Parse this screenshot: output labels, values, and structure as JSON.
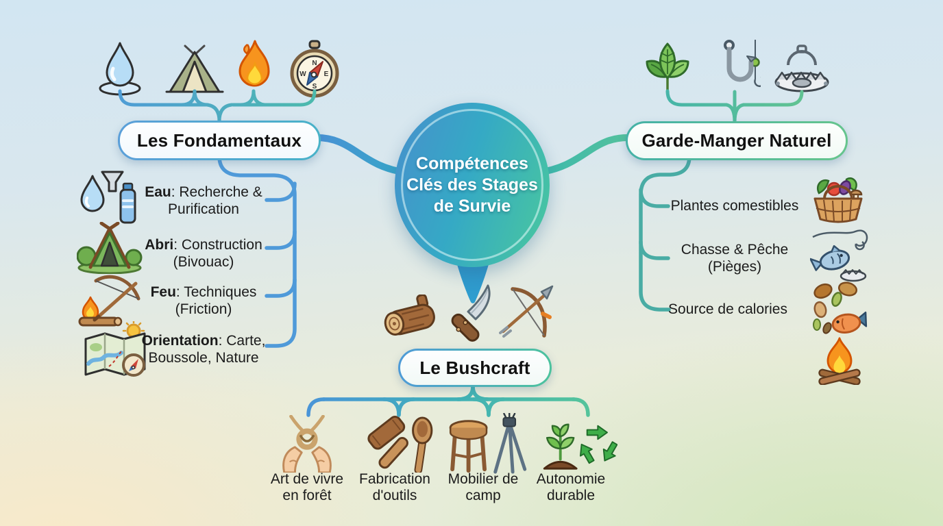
{
  "center": {
    "label": "Compétences Clés des Stages de Survie",
    "lines": [
      "Compétences",
      "Clés des Stages",
      "de Survie"
    ]
  },
  "colors": {
    "branch_blue": "#4a90d6",
    "branch_teal": "#49aca4",
    "branch_green": "#57c29c",
    "circle_gradient_left": "#4494cb",
    "circle_gradient_right": "#47c4a2",
    "text": "#1b1b1b"
  },
  "branches": {
    "fondamentaux": {
      "label": "Les Fondamentaux",
      "icons": [
        "water-drop-icon",
        "tent-icon",
        "fire-icon",
        "compass-icon"
      ],
      "items": [
        {
          "icon": "water-purification-icon",
          "lead": "Eau",
          "rest": ": Recherche &",
          "line2": "Purification"
        },
        {
          "icon": "bivouac-shelter-icon",
          "lead": "Abri",
          "rest": ": Construction",
          "line2": "(Bivouac)"
        },
        {
          "icon": "fire-bow-drill-icon",
          "lead": "Feu",
          "rest": ": Techniques",
          "line2": "(Friction)"
        },
        {
          "icon": "map-compass-icon",
          "lead": "Orientation",
          "rest": ": Carte,",
          "line2": "Boussole, Nature"
        }
      ]
    },
    "garde_manger": {
      "label": "Garde-Manger Naturel",
      "icons": [
        "leaves-icon",
        "fish-hook-icon",
        "snare-trap-icon"
      ],
      "items": [
        {
          "icon": "harvest-basket-icon",
          "line1": "Plantes comestibles",
          "line2": ""
        },
        {
          "icon": "fishing-trap-icon",
          "line1": "Chasse & Pêche",
          "line2": "(Pièges)"
        },
        {
          "icon": "nuts-fish-icon",
          "icon2": "campfire-icon",
          "line1": "Source de calories",
          "line2": ""
        }
      ]
    },
    "bushcraft": {
      "label": "Le Bushcraft",
      "icons": [
        "log-icon",
        "knife-icon",
        "bow-arrow-icon"
      ],
      "items": [
        {
          "icon": "knot-tying-icon",
          "line1": "Art de vivre",
          "line2": "en forêt"
        },
        {
          "icon": "mallet-spoon-icon",
          "line1": "Fabrication",
          "line2": "d'outils"
        },
        {
          "icon": "stool-tripod-icon",
          "line1": "Mobilier de",
          "line2": "camp"
        },
        {
          "icon": "sprout-recycle-icon",
          "line1": "Autonomie",
          "line2": "durable"
        }
      ]
    }
  }
}
